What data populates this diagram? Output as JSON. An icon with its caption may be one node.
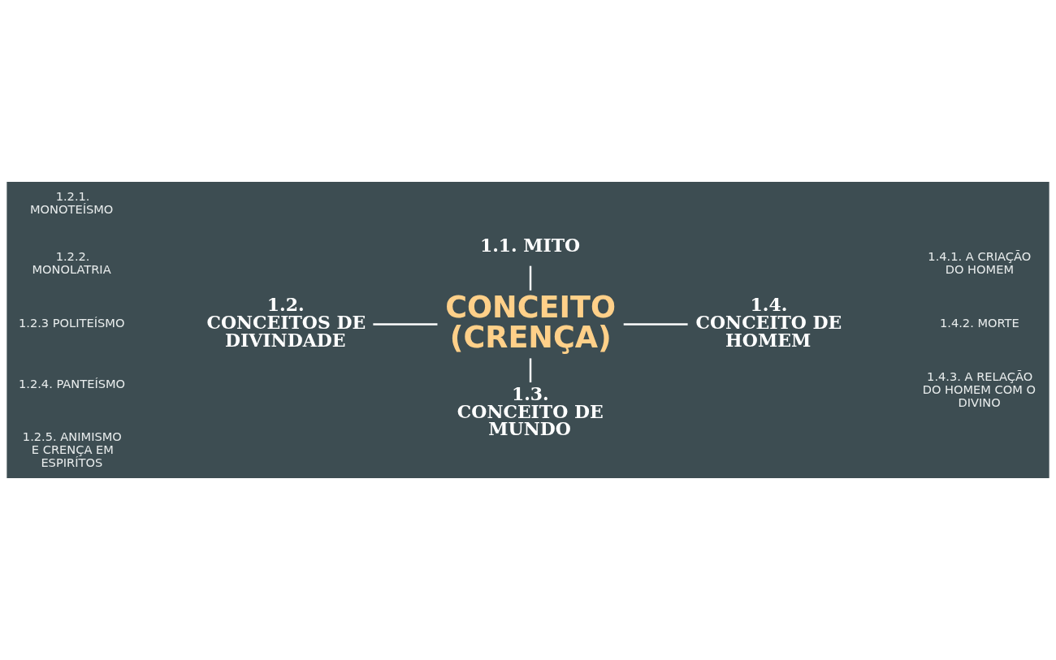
{
  "diagram": {
    "nodes": [
      {
        "text": [
          "1.1. MITO"
        ]
      },
      {
        "text": [
          "1.2. CONCEITOS DE DIVINDADE"
        ],
        "beside": [
          "1.2.1. MONOTEÍSMO",
          "1.2.2. MONOLATRIA",
          "1.2.3 POLITEÍSMO",
          "1.2.4. PANTEÍSMO",
          "1.2.5. ANIMISMO E CRENÇA EM ESPIRÍTOS"
        ]
      },
      {
        "text": [
          "CONCEITO (CRENÇA)"
        ]
      },
      {
        "text": [
          "1.4. CONCEITO DE HOMEM"
        ],
        "beside": [
          "1.4.1. A CRIAÇÃO DO HOMEM",
          "1.4.2. MORTE",
          "1.4.3. A RELAÇÃO DO HOMEM COM O DIVINO"
        ]
      },
      {
        "text": [
          "1.3. CONCEITO DE MUNDO"
        ]
      }
    ],
    "edges": [
      {
        "from": 0,
        "to": 2,
        "arrow": "none"
      },
      {
        "from": 1,
        "to": 2,
        "arrow": "none"
      },
      {
        "from": 2,
        "to": 3,
        "arrow": "none"
      },
      {
        "from": 2,
        "to": 4,
        "arrow": "none"
      }
    ]
  }
}
